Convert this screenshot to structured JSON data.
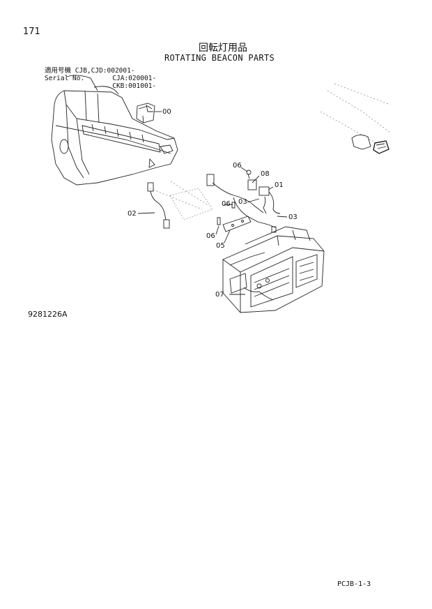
{
  "header": {
    "page_number": "171",
    "title_jp": "回転灯用品",
    "title_en": "ROTATING BEACON PARTS"
  },
  "serial": {
    "label_jp": "適用号機",
    "label_en": "Serial No.",
    "lines": [
      "CJB,CJD:002001-",
      "CJA:020001-",
      "CKB:001001-"
    ]
  },
  "parts": {
    "p00": "00",
    "p01": "01",
    "p02": "02",
    "p03a": "03",
    "p03b": "03",
    "p05": "05",
    "p06a": "06",
    "p06b": "06",
    "p06c": "06",
    "p07": "07",
    "p08": "08"
  },
  "figure_code": "9281226A",
  "page_code": "PCJB-1-3"
}
